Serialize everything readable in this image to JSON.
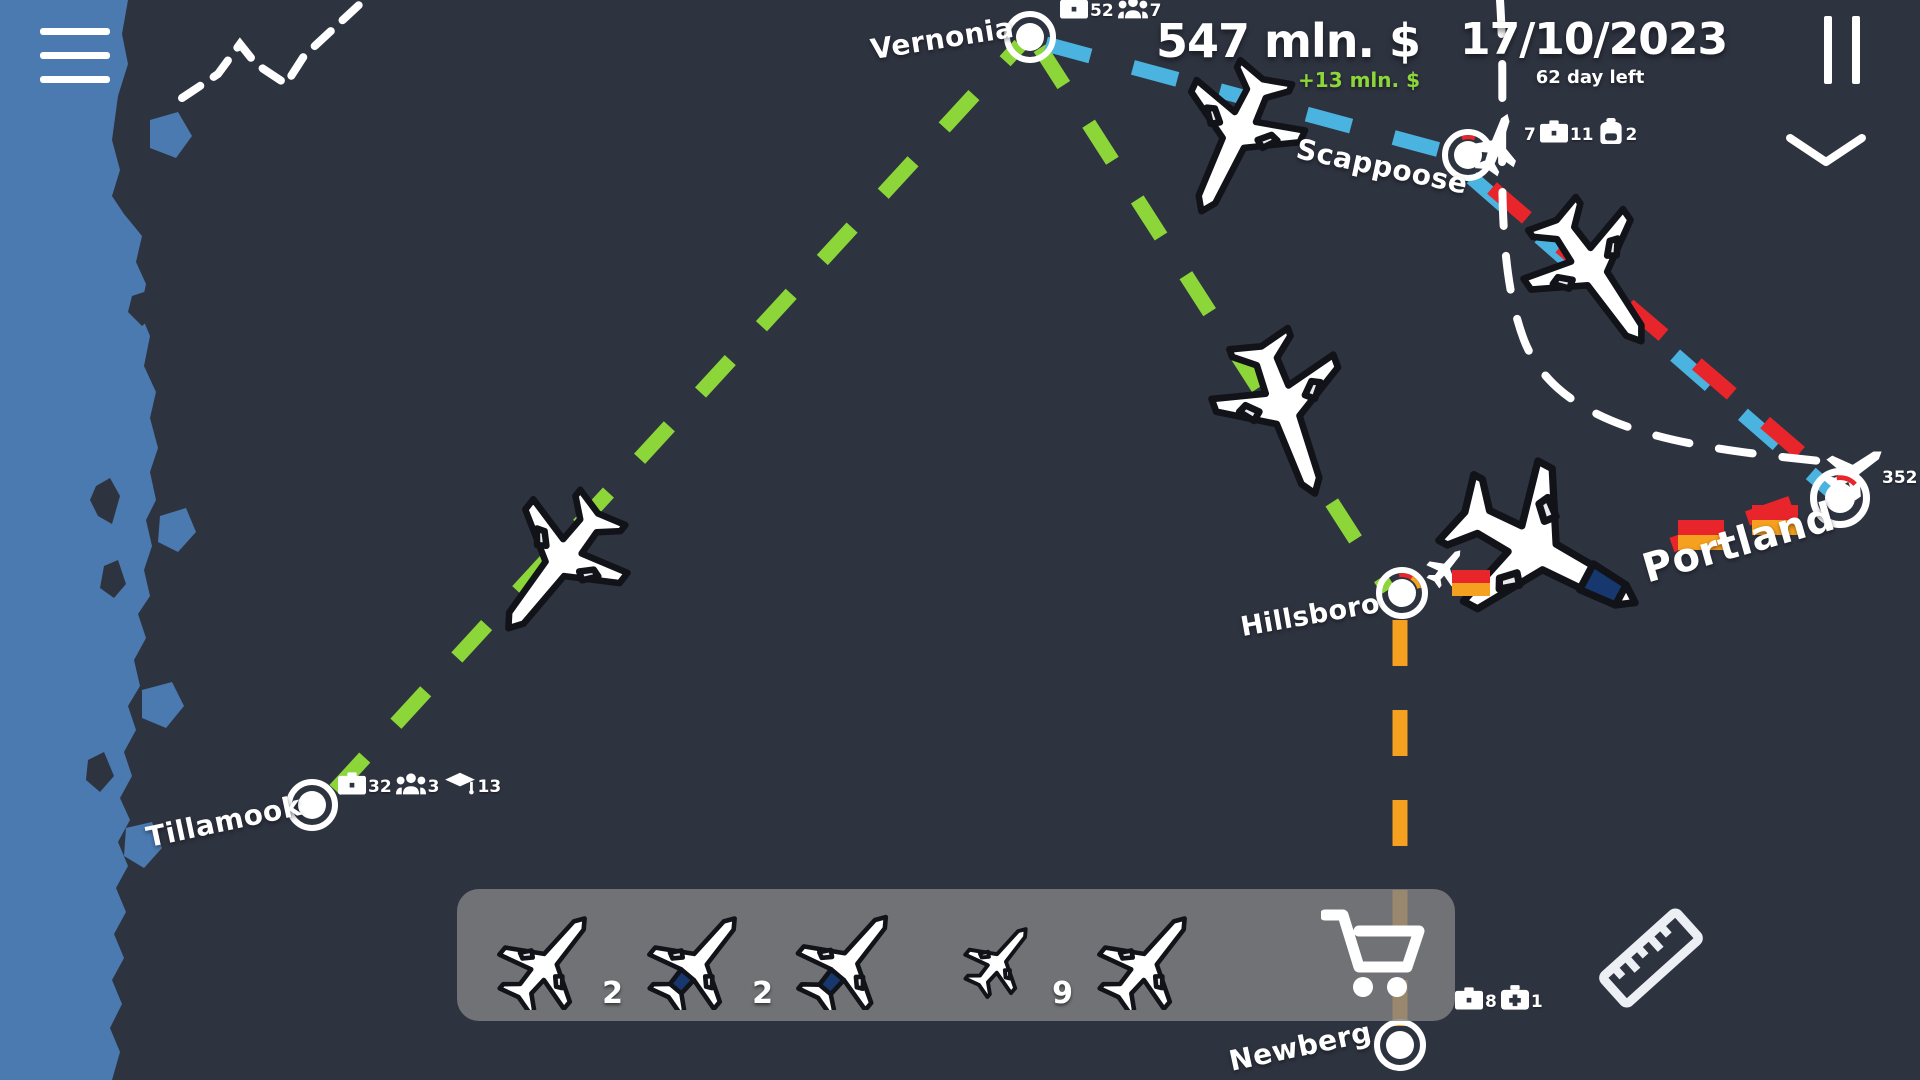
{
  "hud": {
    "money": {
      "amount": "547 mln. $",
      "delta": "+13 mln. $",
      "delta_color": "#8CD63A"
    },
    "date": {
      "value": "17/10/2023",
      "days_left": "62 day left"
    },
    "menu_icon": "hamburger-menu-icon",
    "pause_icon": "pause-icon",
    "collapse_icon": "chevron-down-icon"
  },
  "map": {
    "ocean_color": "#4A7AB0",
    "land_color": "#2E3340",
    "route_colors": {
      "green": "#8CD63A",
      "blue": "#4BB3E0",
      "red": "#E8252A",
      "orange": "#F5A01E",
      "white": "#FFFFFF"
    }
  },
  "airports": [
    {
      "id": "vernonia",
      "name": "Vernonia",
      "stats": [
        {
          "icon": "briefcase-icon",
          "value": "52"
        },
        {
          "icon": "passengers-icon",
          "value": "7"
        }
      ]
    },
    {
      "id": "scappoose",
      "name": "Scappoose",
      "stats": [
        {
          "icon": "airplane-icon",
          "value": "7"
        },
        {
          "icon": "briefcase-icon",
          "value": "11"
        },
        {
          "icon": "backpack-icon",
          "value": "2"
        }
      ]
    },
    {
      "id": "portland",
      "name": "Portland",
      "stats": [
        {
          "icon": "airplane-icon",
          "value": "352"
        }
      ]
    },
    {
      "id": "hillsboro",
      "name": "Hillsboro",
      "stats": []
    },
    {
      "id": "tillamook",
      "name": "Tillamook",
      "stats": [
        {
          "icon": "briefcase-icon",
          "value": "32"
        },
        {
          "icon": "passengers-icon",
          "value": "3"
        },
        {
          "icon": "graduation-cap-icon",
          "value": "13"
        }
      ]
    },
    {
      "id": "newberg",
      "name": "Newberg",
      "stats": [
        {
          "icon": "briefcase-icon",
          "value": "8"
        },
        {
          "icon": "medical-kit-icon",
          "value": "1"
        }
      ]
    }
  ],
  "fleet_bar": {
    "slots": [
      {
        "icon": "airliner-icon",
        "count": "2"
      },
      {
        "icon": "airliner-icon",
        "count": "2"
      },
      {
        "icon": "airliner-icon",
        "count": ""
      },
      {
        "icon": "regional-jet-icon",
        "count": "9"
      },
      {
        "icon": "airliner-icon",
        "count": ""
      }
    ],
    "cart_label": "shopping-cart-icon"
  },
  "tools": {
    "ruler_label": "ruler-icon"
  }
}
